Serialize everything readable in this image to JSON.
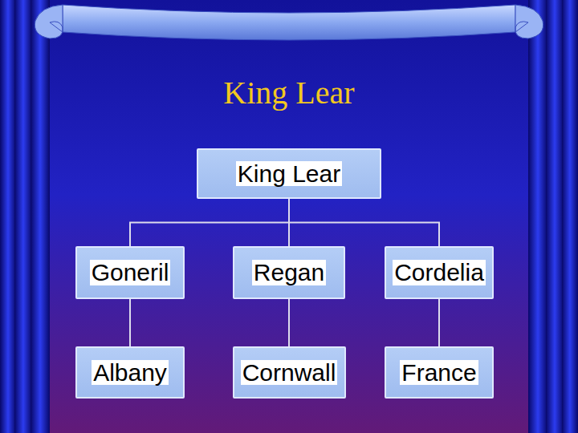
{
  "diagram": {
    "title": "King Lear",
    "nodes": [
      {
        "text": [
          "King Lear"
        ]
      },
      {
        "text": [
          "Goneril"
        ]
      },
      {
        "text": [
          "Regan"
        ]
      },
      {
        "text": [
          "Cordelia"
        ]
      },
      {
        "text": [
          "Albany"
        ]
      },
      {
        "text": [
          "Cornwall"
        ]
      },
      {
        "text": [
          "France"
        ]
      }
    ],
    "edges": [
      {
        "from": 0,
        "to": 1,
        "arrow": "none"
      },
      {
        "from": 0,
        "to": 2,
        "arrow": "none"
      },
      {
        "from": 0,
        "to": 3,
        "arrow": "none"
      },
      {
        "from": 1,
        "to": 4,
        "arrow": "none"
      },
      {
        "from": 2,
        "to": 5,
        "arrow": "none"
      },
      {
        "from": 3,
        "to": 6,
        "arrow": "none"
      }
    ]
  }
}
